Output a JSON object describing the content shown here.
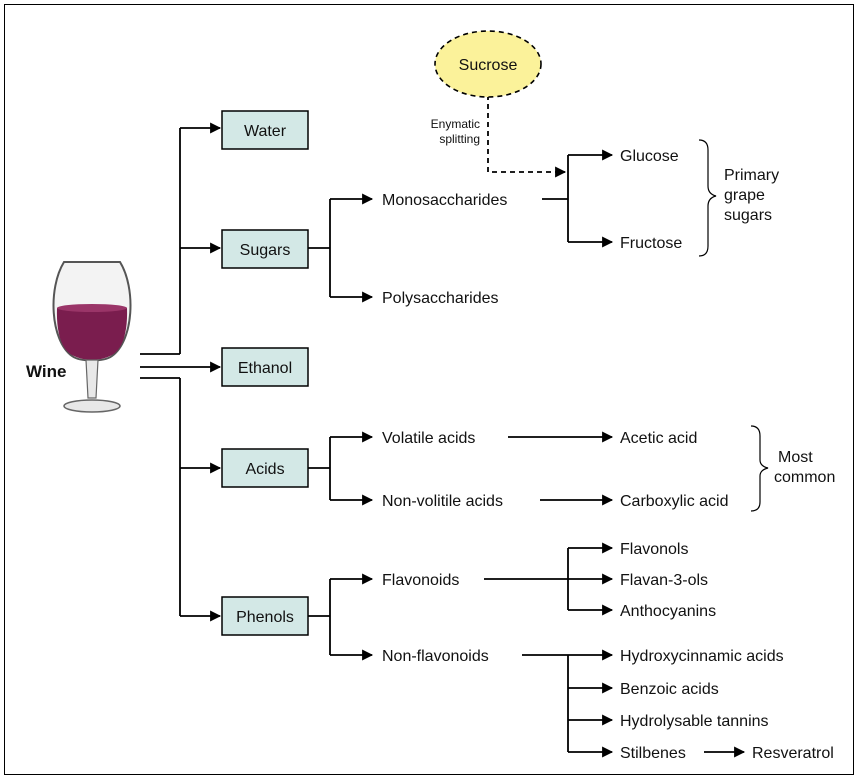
{
  "root": {
    "label": "Wine"
  },
  "categories": {
    "water": "Water",
    "sugars": "Sugars",
    "ethanol": "Ethanol",
    "acids": "Acids",
    "phenols": "Phenols"
  },
  "sugars": {
    "monosaccharides": "Monosaccharides",
    "polysaccharides": "Polysaccharides",
    "sucrose": "Sucrose",
    "splitting_line1": "Enymatic",
    "splitting_line2": "splitting",
    "glucose": "Glucose",
    "fructose": "Fructose",
    "group_note": [
      "Primary",
      "grape",
      "sugars"
    ]
  },
  "acids": {
    "volatile": "Volatile acids",
    "nonvolatile": "Non-volitile acids",
    "acetic": "Acetic acid",
    "carboxylic": "Carboxylic acid",
    "group_note": [
      "Most",
      "common"
    ]
  },
  "phenols": {
    "flavonoids": "Flavonoids",
    "nonflavonoids": "Non-flavonoids",
    "flavonoid_items": [
      "Flavonols",
      "Flavan-3-ols",
      "Anthocyanins"
    ],
    "nonflavonoid_items": [
      "Hydroxycinnamic acids",
      "Benzoic acids",
      "Hydrolysable tannins",
      "Stilbenes"
    ],
    "resveratrol": "Resveratrol"
  },
  "colors": {
    "box_fill": "#d3e8e6",
    "sucrose_fill": "#fbf29a",
    "wine": "#7a1d4e"
  }
}
